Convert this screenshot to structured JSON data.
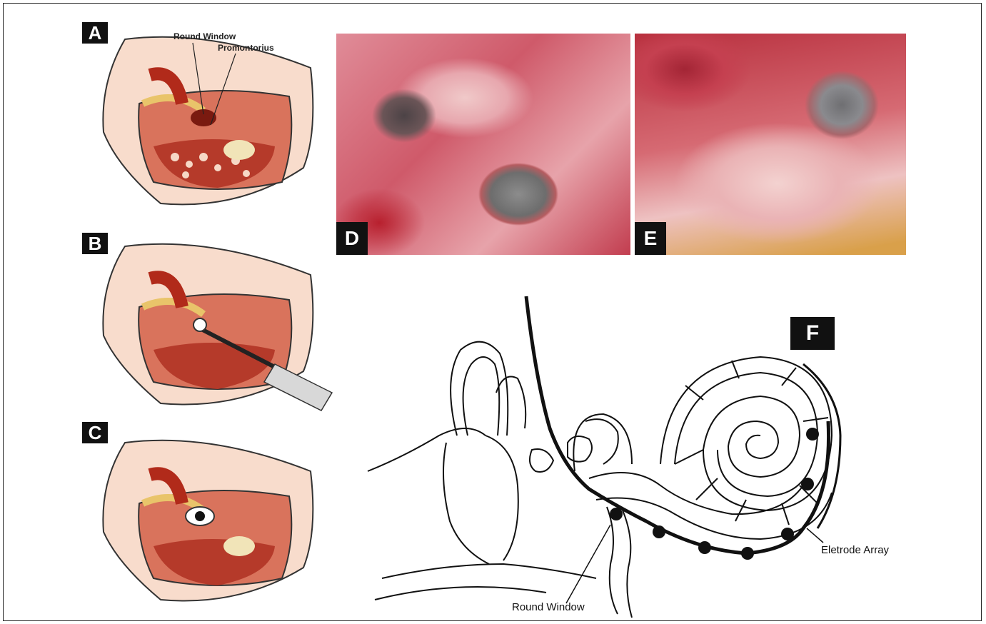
{
  "panels": {
    "a": {
      "label": "A",
      "annotations": {
        "round_window": "Round Window",
        "promontorius": "Promontorius"
      }
    },
    "b": {
      "label": "B"
    },
    "c": {
      "label": "C"
    },
    "d": {
      "label": "D"
    },
    "e": {
      "label": "E"
    },
    "f": {
      "label": "F",
      "annotations": {
        "electrode_array": "Eletrode Array",
        "round_window": "Round Window"
      }
    }
  },
  "colors": {
    "label_background": "#111111",
    "label_text": "#ffffff",
    "tissue": "#f5c8b4",
    "muscle": "#c0392b",
    "bone": "#e9d9a3",
    "photo_tissue": "#d94a58"
  }
}
